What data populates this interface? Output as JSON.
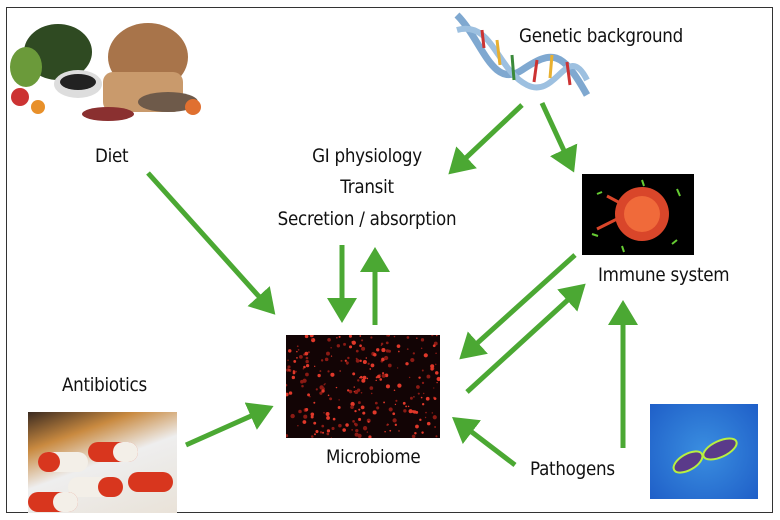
{
  "nodes": {
    "genetic": "Genetic background",
    "diet": "Diet",
    "gi": [
      "GI physiology",
      "Transit",
      "Secretion / absorption"
    ],
    "immune": "Immune system",
    "antibiotics": "Antibiotics",
    "microbiome": "Microbiome",
    "pathogens": "Pathogens"
  },
  "edges": [
    {
      "from": "Diet",
      "to": "Microbiome"
    },
    {
      "from": "Genetic background",
      "to": "GI physiology"
    },
    {
      "from": "Genetic background",
      "to": "Immune system"
    },
    {
      "from": "GI physiology",
      "to": "Microbiome"
    },
    {
      "from": "Microbiome",
      "to": "GI physiology"
    },
    {
      "from": "Immune system",
      "to": "Microbiome"
    },
    {
      "from": "Microbiome",
      "to": "Immune system"
    },
    {
      "from": "Pathogens",
      "to": "Immune system"
    },
    {
      "from": "Antibiotics",
      "to": "Microbiome"
    },
    {
      "from": "Pathogens",
      "to": "Microbiome"
    }
  ],
  "colors": {
    "arrow": "#4ba833",
    "frame": "#333333"
  }
}
